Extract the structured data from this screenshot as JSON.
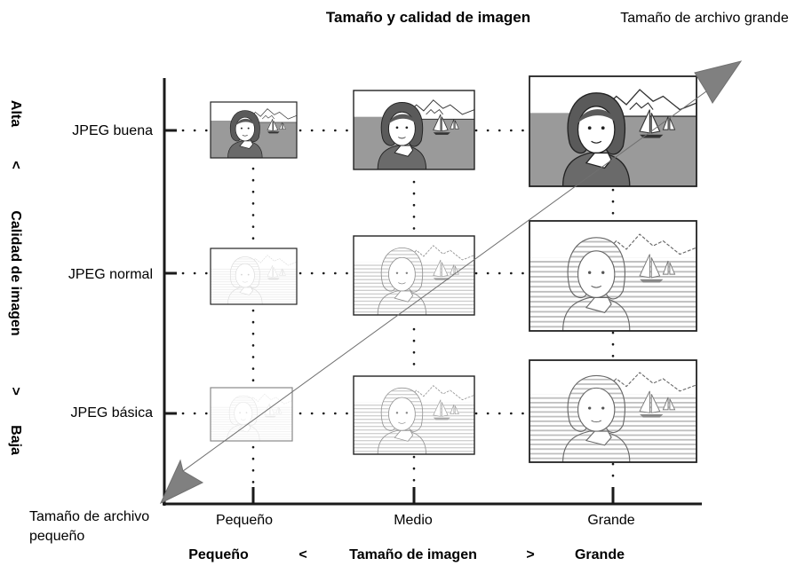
{
  "title": "Tamaño y calidad de imagen",
  "corner_labels": {
    "top_right": "Tamaño de archivo grande",
    "bottom_left_line1": "Tamaño de archivo",
    "bottom_left_line2": "pequeño"
  },
  "rows": [
    {
      "label": "JPEG buena"
    },
    {
      "label": "JPEG normal"
    },
    {
      "label": "JPEG básica"
    }
  ],
  "columns": [
    {
      "label": "Pequeño"
    },
    {
      "label": "Medio"
    },
    {
      "label": "Grande"
    }
  ],
  "x_axis_caption": {
    "left": "Pequeño",
    "less_than": "<",
    "middle": "Tamaño de imagen",
    "greater_than": ">",
    "right": "Grande"
  },
  "y_axis_caption": {
    "top": "Alta",
    "less_than": "<",
    "middle": "Calidad de imagen",
    "greater_than": ">",
    "bottom": "Baja"
  },
  "colors": {
    "arrow": "#808080",
    "axis": "#1a1a1a",
    "sky": "#f2f2f2",
    "water": "#9a9a9a"
  }
}
